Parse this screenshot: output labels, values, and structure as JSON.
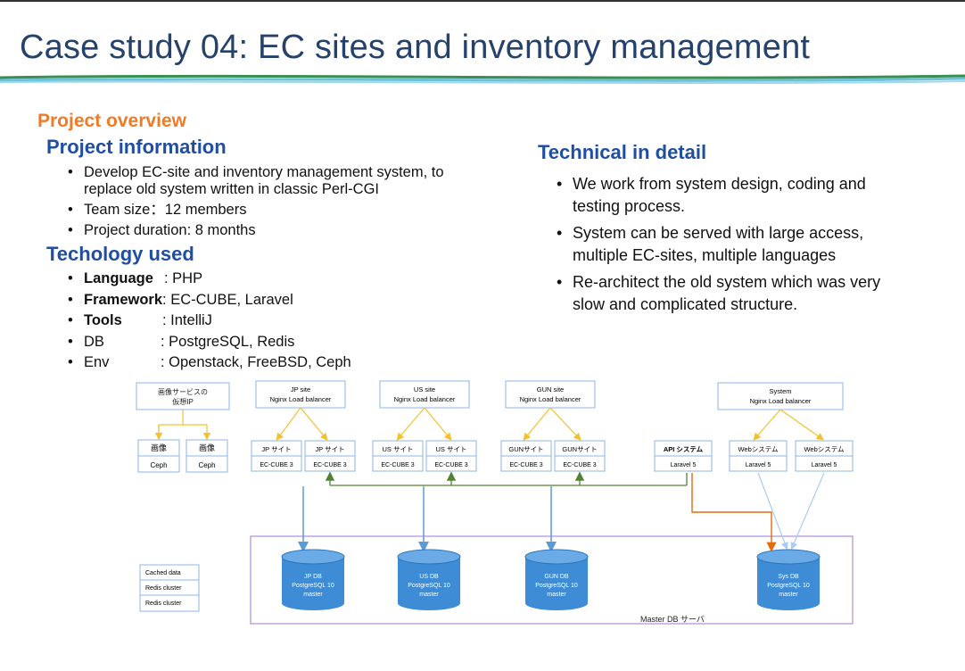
{
  "title": "Case study 04: EC sites and inventory management",
  "overview_heading": "Project overview",
  "project_info": {
    "heading": "Project information",
    "items": [
      "Develop EC-site and inventory management system, to replace old system written in classic Perl-CGI",
      "Team size：12 members",
      "Project duration: 8 months"
    ]
  },
  "technology": {
    "heading": "Techology used",
    "items": [
      {
        "label": "Language",
        "bold": true,
        "value": ": PHP"
      },
      {
        "label": "Framework",
        "bold": true,
        "value": ": EC-CUBE, Laravel"
      },
      {
        "label": "Tools",
        "bold": true,
        "value": ": IntelliJ"
      },
      {
        "label": "DB",
        "bold": false,
        "value": ": PostgreSQL, Redis"
      },
      {
        "label": "Env",
        "bold": false,
        "value": ": Openstack, FreeBSD, Ceph"
      }
    ]
  },
  "technical": {
    "heading": "Technical in detail",
    "items": [
      "We work from system design, coding and testing process.",
      "System can be served with large access, multiple EC-sites, multiple languages",
      "Re-architect the old system which was very slow and complicated structure."
    ]
  },
  "diagram": {
    "image_vip": [
      "画像サービスの",
      "仮想IP"
    ],
    "image_nodes": [
      {
        "top": "画像",
        "bottom": "Ceph"
      },
      {
        "top": "画像",
        "bottom": "Ceph"
      }
    ],
    "balancers": [
      {
        "line1": "JP site",
        "line2": "Nginx Load balancer"
      },
      {
        "line1": "US site",
        "line2": "Nginx Load balancer"
      },
      {
        "line1": "GUN site",
        "line2": "Nginx Load balancer"
      },
      {
        "line1": "System",
        "line2": "Nginx Load balancer"
      }
    ],
    "servers": [
      {
        "top": "JP サイト",
        "bottom": "EC-CUBE 3"
      },
      {
        "top": "JP サイト",
        "bottom": "EC-CUBE 3"
      },
      {
        "top": "US サイト",
        "bottom": "EC-CUBE 3"
      },
      {
        "top": "US サイト",
        "bottom": "EC-CUBE 3"
      },
      {
        "top": "GUNサイト",
        "bottom": "EC-CUBE 3"
      },
      {
        "top": "GUNサイト",
        "bottom": "EC-CUBE 3"
      },
      {
        "top": "API システム",
        "bottom": "Laravel 5"
      },
      {
        "top": "Webシステム",
        "bottom": "Laravel 5"
      },
      {
        "top": "Webシステム",
        "bottom": "Laravel 5"
      }
    ],
    "databases": [
      {
        "line1": "JP DB",
        "line2": "PostgreSQL 10",
        "line3": "master"
      },
      {
        "line1": "US DB",
        "line2": "PostgreSQL 10",
        "line3": "master"
      },
      {
        "line1": "GUN DB",
        "line2": "PostgreSQL 10",
        "line3": "master"
      },
      {
        "line1": "Sys DB",
        "line2": "PostgreSQL 10",
        "line3": "master"
      }
    ],
    "cache": [
      "Cached data",
      "Redis cluster",
      "Redis cluster"
    ],
    "master_label": "Master DB サーバ"
  },
  "colors": {
    "title": "#24426b",
    "heading": "#1f4ea3",
    "overview": "#ef7b26",
    "box_border": "#8eb4e3",
    "db_fill": "#3e8cd6",
    "arrow_blue": "#5b9bd5",
    "arrow_green": "#548235",
    "arrow_orange": "#e36c0a",
    "arrow_yellow": "#f2c12e",
    "frame_purple": "#b18bd6"
  }
}
